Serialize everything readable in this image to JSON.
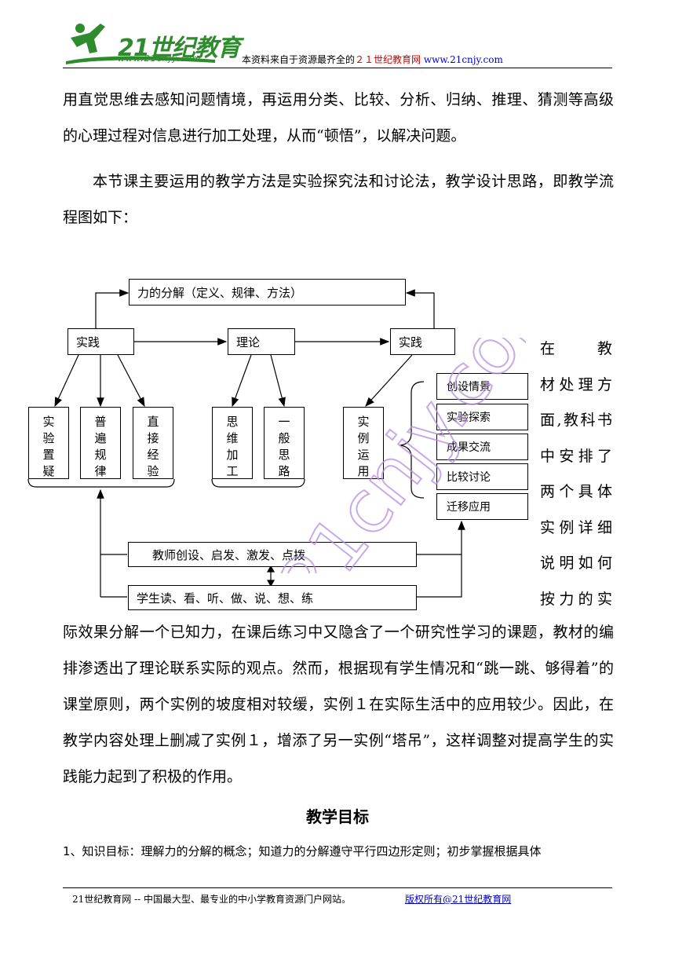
{
  "header": {
    "logo_text": "21世纪教育",
    "logo_url": "www.21cnjy.com",
    "source_prefix": "本资料来自于资源最齐全的",
    "source_site": "２１世纪教育网",
    "source_url": "www.21cnjy.com"
  },
  "paragraphs": {
    "p1": "用直觉思维去感知问题情境，再运用分类、比较、分析、归纳、推理、猜测等高级的心理过程对信息进行加工处理，从而“顿悟”，以解决问题。",
    "p2": "本节课主要运用的教学方法是实验探究法和讨论法，教学设计思路，即教学流程图如下：",
    "wrap_lines": [
      "在 教",
      "材处理方",
      "面,教科书",
      "中安排了",
      "两个具体",
      "实例详细",
      "说明如何",
      "按力的实"
    ],
    "p3": "际效果分解一个已知力，在课后练习中又隐含了一个研究性学习的课题，教材的编排渗透出了理论联系实际的观点。然而，根据现有学生情况和“跳一跳、够得着”的课堂原则，两个实例的坡度相对较缓，实例１在实际生活中的应用较少。因此，在教学内容处理上删减了实例１，增添了另一实例“塔吊”，这样调整对提高学生的实践能力起到了积极的作用。"
  },
  "flowchart": {
    "top_box": "力的分解（定义、规律、方法）",
    "practice_left": "实践",
    "theory": "理论",
    "practice_right": "实践",
    "col1": [
      "实",
      "验",
      "置",
      "疑"
    ],
    "col2": [
      "普",
      "遍",
      "规",
      "律"
    ],
    "col3": [
      "直",
      "接",
      "经",
      "验"
    ],
    "col4": [
      "思",
      "维",
      "加",
      "工"
    ],
    "col5": [
      "一",
      "般",
      "思",
      "路"
    ],
    "col6": [
      "实",
      "例",
      "运",
      "用"
    ],
    "steps": [
      "创设情景",
      "实验探索",
      "成果交流",
      "比较讨论",
      "迁移应用"
    ],
    "teacher": "教师创设、启发、激发、点拨",
    "student": "学生读、看、听、做、说、想、练"
  },
  "section_title": "教学目标",
  "goal_line": "1、知识目标：理解力的分解的概念；知道力的分解遵守平行四边形定则；初步掌握根据具体",
  "footer": {
    "left": "21世纪教育网 -- 中国最大型、最专业的中小学教育资源门户网站。",
    "right": "版权所有@21世纪教育网"
  }
}
